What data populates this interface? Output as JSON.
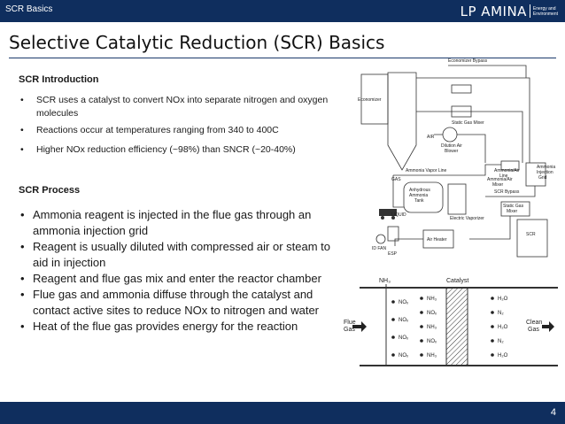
{
  "header": {
    "section_label": "SCR Basics",
    "logo": {
      "word": "LP AMINA",
      "tagline_1": "Energy and",
      "tagline_2": "Environment"
    }
  },
  "slide": {
    "title": "Selective Catalytic Reduction (SCR) Basics",
    "intro": {
      "heading": "SCR Introduction",
      "bullets": [
        "SCR uses a catalyst to convert NOx into separate nitrogen and oxygen molecules",
        "Reactions occur at temperatures ranging from 340 to 400C",
        "Higher NOx reduction efficiency (~98%) than SNCR (~20-40%)"
      ]
    },
    "process": {
      "heading": "SCR Process",
      "bullets": [
        "Ammonia reagent  is injected in the flue gas through an ammonia injection grid",
        "Reagent is usually diluted with compressed air or steam to aid in  injection",
        "Reagent and flue gas mix and enter the reactor chamber",
        "Flue gas and ammonia diffuse through the catalyst and contact active sites to reduce NOx to nitrogen and water",
        "Heat of the flue gas provides energy for the reaction"
      ]
    }
  },
  "system_diagram": {
    "economizer_bypass": "Economizer Bypass",
    "economizer": "Economizer",
    "static_gas_mixer": "Static Gas Mixer",
    "air": "AIR",
    "dilution_air_blower_1": "Dilution Air",
    "dilution_air_blower_2": "Blower",
    "ammonia_vapor_line": "Ammonia Vapor Line",
    "gas": "GAS",
    "anhydrous_1": "Anhydrous",
    "anhydrous_2": "Ammonia",
    "anhydrous_3": "Tank",
    "liquid": "LIQUID",
    "ammonia_air_1": "Ammonia/Air",
    "ammonia_air_2": "Line",
    "ammonia_air_mixer_1": "Ammonia/Air",
    "ammonia_air_mixer_2": "Mixer",
    "ammonia_grid_1": "Ammonia",
    "ammonia_grid_2": "Injection",
    "ammonia_grid_3": "Grid",
    "scr_bypass": "SCR Bypass",
    "electric_vaporizer": "Electric Vaporizer",
    "static_gas_mixer_2a": "Static Gas",
    "static_gas_mixer_2b": "Mixer",
    "scr": "SCR",
    "air_heater": "Air Heater",
    "id_fan": "ID FAN",
    "esp": "ESP"
  },
  "reaction_diagram": {
    "nh3_top": "NH₃",
    "catalyst": "Catalyst",
    "flue_gas_1": "Flue",
    "flue_gas_2": "Gas",
    "clean_gas_1": "Clean",
    "clean_gas_2": "Gas",
    "left_species": [
      "NOₓ",
      "NOₓ",
      "NOₓ",
      "NOₓ"
    ],
    "mid_species": [
      "NH₃",
      "NOₓ",
      "NH₃",
      "NOₓ",
      "NH₃"
    ],
    "right_species": [
      "H₂O",
      "N₂",
      "H₂O",
      "N₂",
      "H₂O"
    ]
  },
  "footer": {
    "page_number": "4"
  },
  "colors": {
    "bar": "#0f2e5e",
    "rule": "#1b3a6b"
  }
}
